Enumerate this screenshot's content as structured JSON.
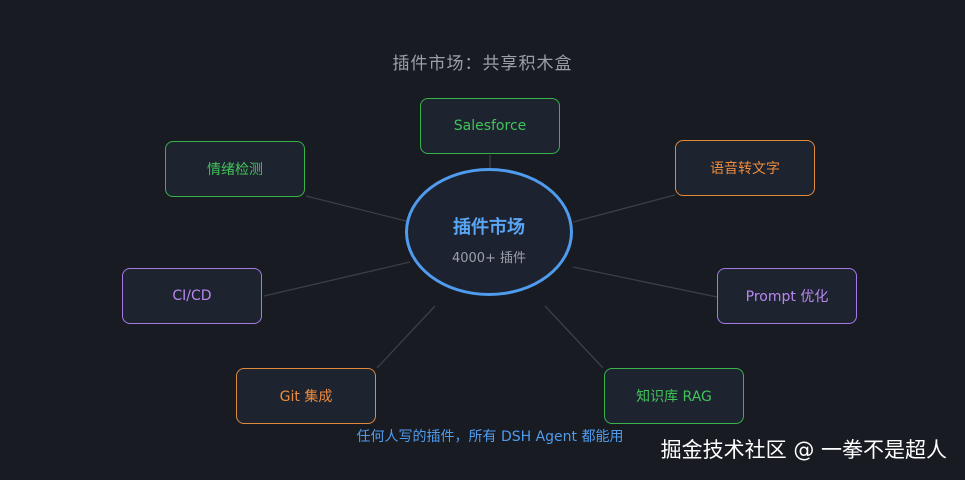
{
  "title": "插件市场：共享积木盒",
  "hub": {
    "title": "插件市场",
    "subtitle": "4000+ 插件"
  },
  "plugins": [
    {
      "label": "Salesforce",
      "color": "green"
    },
    {
      "label": "语音转文字",
      "color": "orange"
    },
    {
      "label": "Prompt 优化",
      "color": "purple"
    },
    {
      "label": "知识库 RAG",
      "color": "green"
    },
    {
      "label": "Git 集成",
      "color": "orange"
    },
    {
      "label": "CI/CD",
      "color": "purple"
    },
    {
      "label": "情绪检测",
      "color": "green"
    }
  ],
  "colors": {
    "green": "#37b34a",
    "orange": "#e0893a",
    "purple": "#a679e6",
    "hub": "#4f9bee",
    "background": "#181b21"
  },
  "caption": "任何人写的插件，所有 DSH Agent 都能用",
  "watermark": "掘金技术社区 @ 一拳不是超人"
}
